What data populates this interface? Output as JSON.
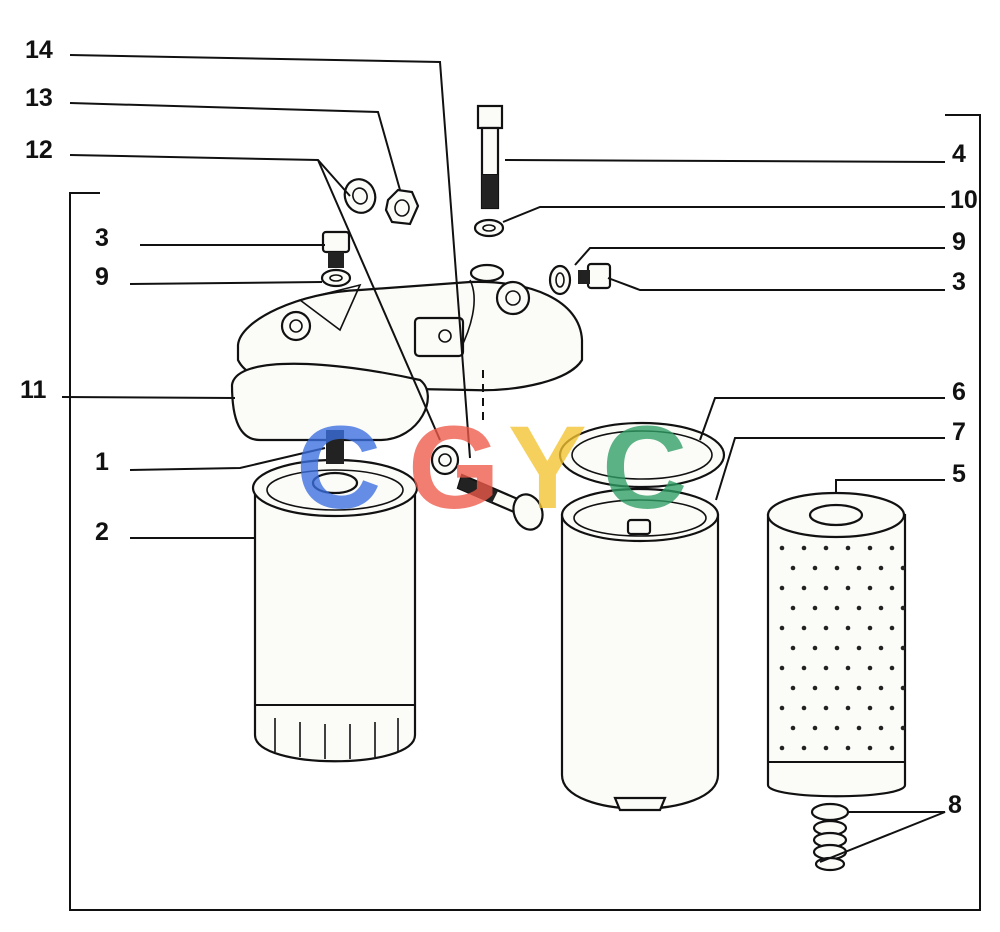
{
  "diagram": {
    "callouts": [
      "14",
      "13",
      "12",
      "3",
      "9",
      "11",
      "1",
      "2",
      "4",
      "10",
      "9",
      "3",
      "6",
      "7",
      "5",
      "8"
    ],
    "watermark": {
      "letters": [
        "C",
        "G",
        "Y",
        "C"
      ],
      "colors": [
        "#3b6fe0",
        "#ee5a4a",
        "#f4c430",
        "#2f9e64"
      ]
    }
  }
}
